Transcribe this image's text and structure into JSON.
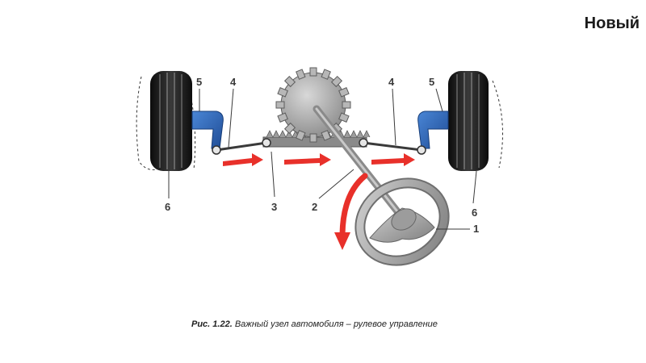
{
  "header": {
    "title": "Новый"
  },
  "diagram": {
    "labels": {
      "steering_wheel": "1",
      "steering_shaft": "2",
      "rack": "3",
      "tie_rod_left": "4",
      "tie_rod_right": "4",
      "knuckle_arm_left": "5",
      "knuckle_arm_right": "5",
      "wheel_left": "6",
      "wheel_right": "6"
    }
  },
  "caption": {
    "figure": "Рис. 1.22.",
    "text": "Важный узел автомобиля – рулевое управление"
  },
  "colors": {
    "arrow": "#e8302a",
    "knuckle": "#2f63b3",
    "tire": "#1b1b1b",
    "metal": "#9a9a9a"
  }
}
